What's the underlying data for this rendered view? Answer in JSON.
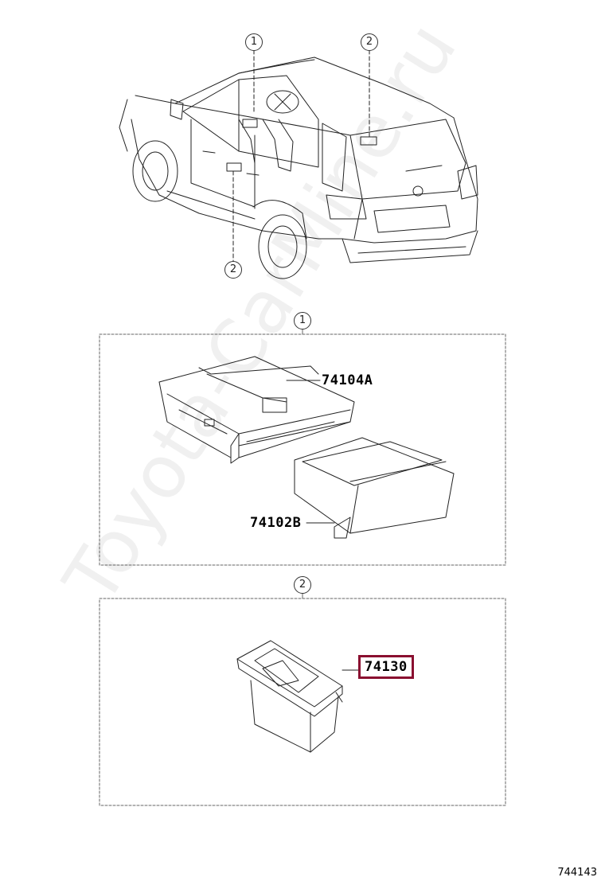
{
  "callouts": {
    "one": "1",
    "two": "2"
  },
  "parts": {
    "part_a": "74104A",
    "part_b": "74102B",
    "part_c": "74130"
  },
  "watermark": "Toyota-CarMine.ru",
  "diagram_id": "744143",
  "colors": {
    "highlight": "#8a0f30",
    "line": "#222222"
  }
}
